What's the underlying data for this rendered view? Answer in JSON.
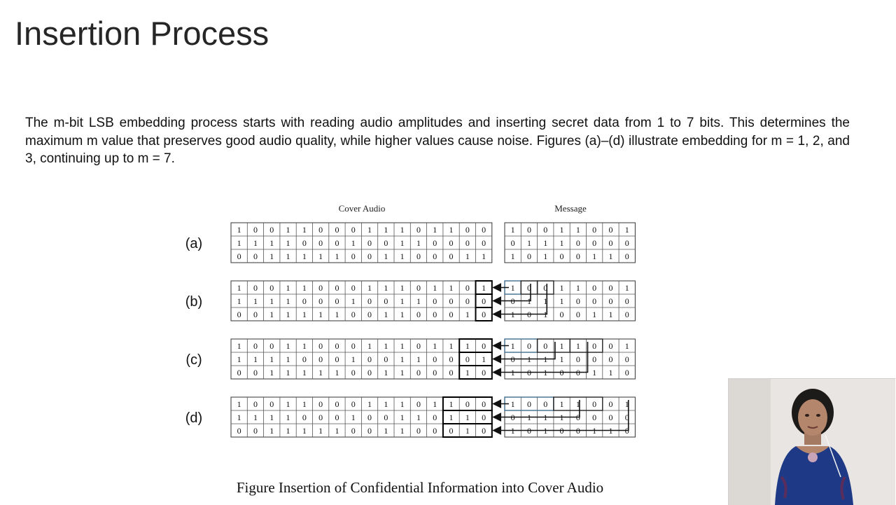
{
  "slide": {
    "title": "Insertion Process",
    "body": "The m-bit LSB embedding process starts with reading audio amplitudes and inserting secret data from 1 to 7 bits. This determines the maximum m value that preserves good audio quality, while higher values cause noise. Figures (a)–(d) illustrate embedding for m = 1, 2, and 3, continuing up to m = 7."
  },
  "figure": {
    "cover_header": "Cover Audio",
    "message_header": "Message",
    "caption": "Figure Insertion of Confidential Information into Cover Audio",
    "message_rows": [
      [
        1,
        0,
        0,
        1,
        1,
        0,
        0,
        1
      ],
      [
        0,
        1,
        1,
        1,
        0,
        0,
        0,
        0
      ],
      [
        1,
        0,
        1,
        0,
        0,
        1,
        1,
        0
      ]
    ],
    "panels": [
      {
        "label": "(a)",
        "m": 0,
        "cover_rows": [
          [
            1,
            0,
            0,
            1,
            1,
            0,
            0,
            0,
            1,
            1,
            1,
            0,
            1,
            1,
            0,
            0
          ],
          [
            1,
            1,
            1,
            1,
            0,
            0,
            0,
            1,
            0,
            0,
            1,
            1,
            0,
            0,
            0,
            0
          ],
          [
            0,
            0,
            1,
            1,
            1,
            1,
            1,
            0,
            0,
            1,
            1,
            0,
            0,
            0,
            1,
            1
          ]
        ]
      },
      {
        "label": "(b)",
        "m": 1,
        "cover_rows": [
          [
            1,
            0,
            0,
            1,
            1,
            0,
            0,
            0,
            1,
            1,
            1,
            0,
            1,
            1,
            0,
            1
          ],
          [
            1,
            1,
            1,
            1,
            0,
            0,
            0,
            1,
            0,
            0,
            1,
            1,
            0,
            0,
            0,
            0
          ],
          [
            0,
            0,
            1,
            1,
            1,
            1,
            1,
            0,
            0,
            1,
            1,
            0,
            0,
            0,
            1,
            0
          ]
        ]
      },
      {
        "label": "(c)",
        "m": 2,
        "cover_rows": [
          [
            1,
            0,
            0,
            1,
            1,
            0,
            0,
            0,
            1,
            1,
            1,
            0,
            1,
            1,
            1,
            0
          ],
          [
            1,
            1,
            1,
            1,
            0,
            0,
            0,
            1,
            0,
            0,
            1,
            1,
            0,
            0,
            0,
            1
          ],
          [
            0,
            0,
            1,
            1,
            1,
            1,
            1,
            0,
            0,
            1,
            1,
            0,
            0,
            0,
            1,
            0
          ]
        ]
      },
      {
        "label": "(d)",
        "m": 3,
        "cover_rows": [
          [
            1,
            0,
            0,
            1,
            1,
            0,
            0,
            0,
            1,
            1,
            1,
            0,
            1,
            1,
            0,
            0
          ],
          [
            1,
            1,
            1,
            1,
            0,
            0,
            0,
            1,
            0,
            0,
            1,
            1,
            0,
            1,
            1,
            0
          ],
          [
            0,
            0,
            1,
            1,
            1,
            1,
            1,
            0,
            0,
            1,
            1,
            0,
            0,
            0,
            1,
            0
          ]
        ]
      }
    ]
  },
  "webcam": {
    "icon": "presenter-video"
  }
}
